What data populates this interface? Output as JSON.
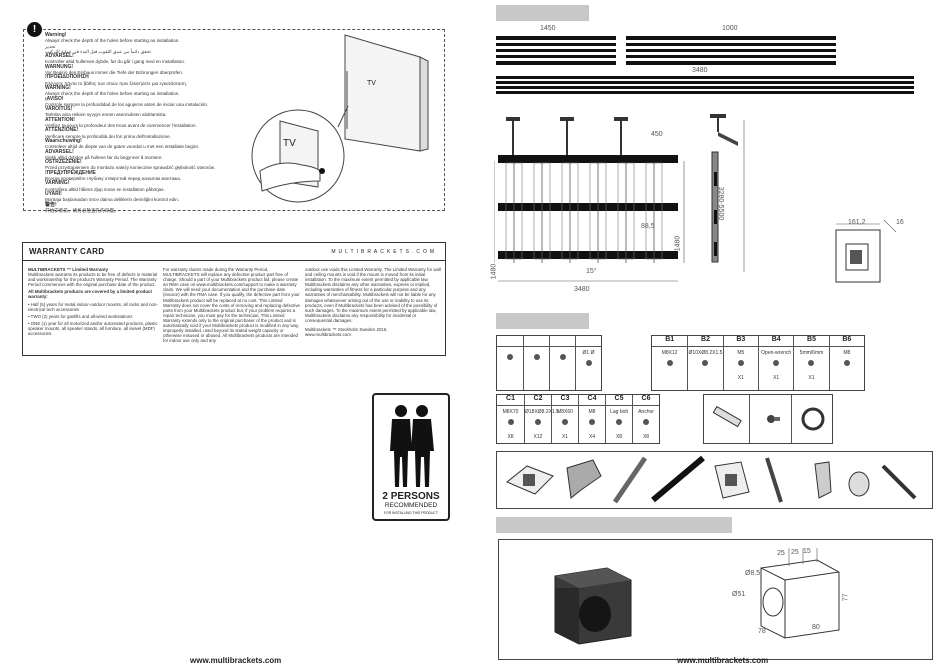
{
  "warning": {
    "icon": "!",
    "lines": [
      {
        "head": "Warning!",
        "text": "Always check the depth of the holes before starting an installation."
      },
      {
        "head": "",
        "text": "تحذير"
      },
      {
        "head": "",
        "text": "تحقق دائماً من عمق الثقوب قبل البدء في عملية التركيب"
      },
      {
        "head": "ADVARSEL!",
        "text": "Kontroller altid hullernes dybde, før du går i gang med en installation."
      },
      {
        "head": "WARNUNG!",
        "text": "Vor Beginn des Einbaus immer die Tiefe der Bohrungen überprüfen."
      },
      {
        "head": "!ΠΡΟΕΙΔΟΠΟΙΗΣΗ",
        "text": "Ελέγχετε πάντα το βάθος των οπών πριν ξεκινήσετε μια εγκατάσταση."
      },
      {
        "head": "WARNING!",
        "text": "Always check the depth of the holes before starting an installation."
      },
      {
        "head": "¡AVISO!",
        "text": "Controle siempre la profundidad de los agujeros antes de iniciar una instalación."
      },
      {
        "head": "VAROITUS!",
        "text": "Tarkista aina reikien syvyys ennen asennuksen aloittamista."
      },
      {
        "head": "ATTENTION!",
        "text": "Vérifiez toujours la profondeur des trous avant de commencer l'installation."
      },
      {
        "head": "ATTENZIONE!",
        "text": "Verificare sempre la profondità dei fori prima dell'installazione."
      },
      {
        "head": "Waarschuwing!",
        "text": "Controleer altijd de diepte van de gaten voordat u met een installatie begint."
      },
      {
        "head": "ADVARSEL!",
        "text": "Sjekk alltid dybden på hullene før du begynner å montere."
      },
      {
        "head": "OSTRZEŻENIE!",
        "text": "Przed przystąpieniem do montażu należy koniecznie sprawdzić głębokość otworów."
      },
      {
        "head": "!ПРЕДУПРЕЖДЕНИЕ",
        "text": "Всегда проверяйте глубину отверстий перед началом монтажа."
      },
      {
        "head": "VARNING!",
        "text": "Kontrollera alltid hålens djup innan en installation påbörjas."
      },
      {
        "head": "UYARI!",
        "text": "Montaja başlamadan önce daima deliklerin derinliğini kontrol edin."
      },
      {
        "head": "警告!",
        "text": "开始安装前，请务必检查孔的深度。"
      }
    ],
    "tv_label_1": "TV",
    "tv_label_2": "TV"
  },
  "warranty": {
    "title": "WARRANTY CARD",
    "brand": "MULTIBRACKETS.COM",
    "col1": [
      {
        "bold": "MULTIBRACKETS ™ Limited Warranty",
        "text": "Multibrackets warrants its products to be free of defects in material and workmanship for the product's Warranty Period. The Warranty Period commences with the original purchase date of the product."
      },
      {
        "bold": "All Multibrackets products are covered by a limited product warranty:",
        "text": ""
      },
      {
        "bold": "",
        "text": "• Half (5) years for metal indoor-outdoor mounts, all racks and non-electrical tech accessories"
      },
      {
        "bold": "",
        "text": "• TWO (2) years for gaslifts and all-wired workstations"
      },
      {
        "bold": "",
        "text": "• ONE (1) year for all motorized and/or automated products, plastic speaker mounts, all speaker stands, all furniture, all swivel (MDF) accessories."
      }
    ],
    "col2": "For warranty claims made during the Warranty Period, MULTIBRACKETS will replace any defective product part free of charge. Should a part of your Multibrackets product fail, please create an RMA case on www.multibrackets.com/support to make a warranty claim. We will need your documentation and the purchase date (invoice) with the RMA case. If you qualify, the defective part from your Multibrackets product will be replaced at no cost. This Limited Warranty does not cover the costs of removing and replacing defective parts from your Multibrackets product but, if your problem requires a repair technician, you must pay for the technician. This Limited Warranty extends only to the original purchaser of the product and is automatically void if your Multibrackets product is modified in any way, improperly installed, used beyond its stated weight capacity or otherwise misused or abused. All Multibrackets products are intended for indoor use only and any",
    "col3": "outdoor use voids this Limited Warranty. The Limited Warranty for wall and ceiling mounts is void if the mount is moved from its initial installation. To the maximum extent permitted by applicable law, Multibrackets disclaims any other warranties, express or implied, including warranties of fitness for a particular purpose and any warranties of merchantability. Multibrackets will not be liable for any damages whatsoever arising out of the use or inability to use its products, even if Multibrackets has been advised of the possibility of such damages. To the maximum extent permitted by applicable law, Multibrackets disclaims any responsibility for incidental or consequential damages.",
    "sign": "Multibrackets ™ Stockholm Sweden 2016.",
    "site": "www.multibrackets.com"
  },
  "persons": {
    "big": "2 PERSONS",
    "mid": "RECOMMENDED",
    "small": "FOR INSTALLING THIS PRODUCT"
  },
  "footer_left": "www.multibrackets.com",
  "footer_right": "www.multibrackets.com",
  "dims": {
    "rail_a": "1450",
    "rail_b": "1000",
    "rail_c": "3480",
    "wall_top": "450",
    "wall_mid": "88,5",
    "wall_left": "1480",
    "wall_right": "1480",
    "wall_bottom": "3480",
    "wall_angle": "15°",
    "side_h": "3280-5500",
    "box_w": "161,2",
    "box_side": "16"
  },
  "parts": {
    "row1_left_cells": [
      {
        "label": "",
        "desc": "",
        "qty": ""
      },
      {
        "label": "",
        "desc": "",
        "qty": ""
      },
      {
        "label": "",
        "desc": "",
        "qty": ""
      },
      {
        "label": "",
        "desc": "Ø1    Ø",
        "qty": ""
      }
    ],
    "row1_right_cells": [
      {
        "label": "B1",
        "desc": "M8X12",
        "qty": ""
      },
      {
        "label": "B2",
        "desc": "Ø10XØ8.2X1.5",
        "qty": ""
      },
      {
        "label": "B3",
        "desc": "M5",
        "qty": "X1"
      },
      {
        "label": "B4",
        "desc": "Open-wrench",
        "qty": "X1"
      },
      {
        "label": "B5",
        "desc": "5mm/6mm",
        "qty": "X1"
      },
      {
        "label": "B6",
        "desc": "M8",
        "qty": ""
      }
    ],
    "row2_cells": [
      {
        "label": "C1",
        "desc": "M8X70",
        "qty": "X8"
      },
      {
        "label": "C2",
        "desc": "Ø18XØ8.2X1.5",
        "qty": "X12"
      },
      {
        "label": "C3",
        "desc": "M8X60",
        "qty": "X1"
      },
      {
        "label": "C4",
        "desc": "M8",
        "qty": "X4"
      },
      {
        "label": "C5",
        "desc": "Lag bolt",
        "qty": "X8"
      },
      {
        "label": "C6",
        "desc": "Anchor",
        "qty": "X8"
      }
    ]
  },
  "drawing": {
    "d1": "25",
    "d2": "25",
    "d3": "15",
    "d4": "Ø8.5",
    "d5": "Ø51",
    "d6": "77",
    "d7": "80",
    "d8": "78"
  }
}
